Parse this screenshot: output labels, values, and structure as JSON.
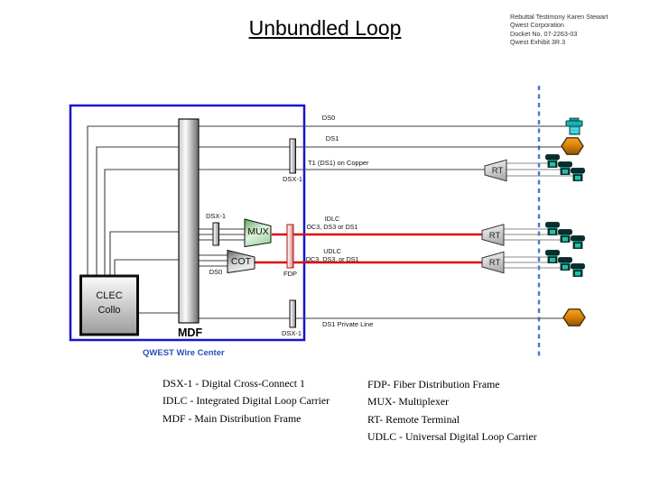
{
  "exhibit": {
    "title": "Unbundled Loop",
    "lines": [
      "Rebuttal Testimony Karen Stewart",
      "Qwest Corporation",
      "Docket No. 07-2263-03",
      "Qwest Exhibit 3R.3"
    ]
  },
  "diagram": {
    "wire_center": "QWEST Wire Center",
    "clec": {
      "line1": "CLEC",
      "line2": "Collo"
    },
    "mdf": "MDF",
    "circuits": {
      "ds0": "DS0",
      "ds1": "DS1",
      "t1": "T1 (DS1) on Copper",
      "private_line": "DS1 Private Line",
      "idlc_name": "IDLC",
      "idlc_detail": "OC3, DS3 or DS1",
      "udlc_name": "UDLC",
      "udlc_detail": "OC3, DS3, or DS1"
    },
    "equipment": {
      "dsx1": "DSX-1",
      "ds0_feed": "DS0",
      "mux": "MUX",
      "cot": "COT",
      "fdp": "FDP",
      "rt": "RT"
    }
  },
  "legend": {
    "left": [
      "DSX-1 - Digital Cross-Connect 1",
      "IDLC - Integrated Digital Loop Carrier",
      "MDF - Main Distribution Frame"
    ],
    "right": [
      "FDP- Fiber Distribution Frame",
      "MUX- Multiplexer",
      "RT- Remote Terminal",
      "UDLC - Universal Digital Loop Carrier"
    ]
  },
  "colors": {
    "wire_center_border": "#1515cd",
    "demarcation_dash": "#4b7fc4",
    "fiber_circuit_red": "#de0b0b",
    "qwest_blue": "#2b4fba",
    "hexagon_orange": "#d97f06",
    "terminal_teal": "#20c3a4"
  }
}
